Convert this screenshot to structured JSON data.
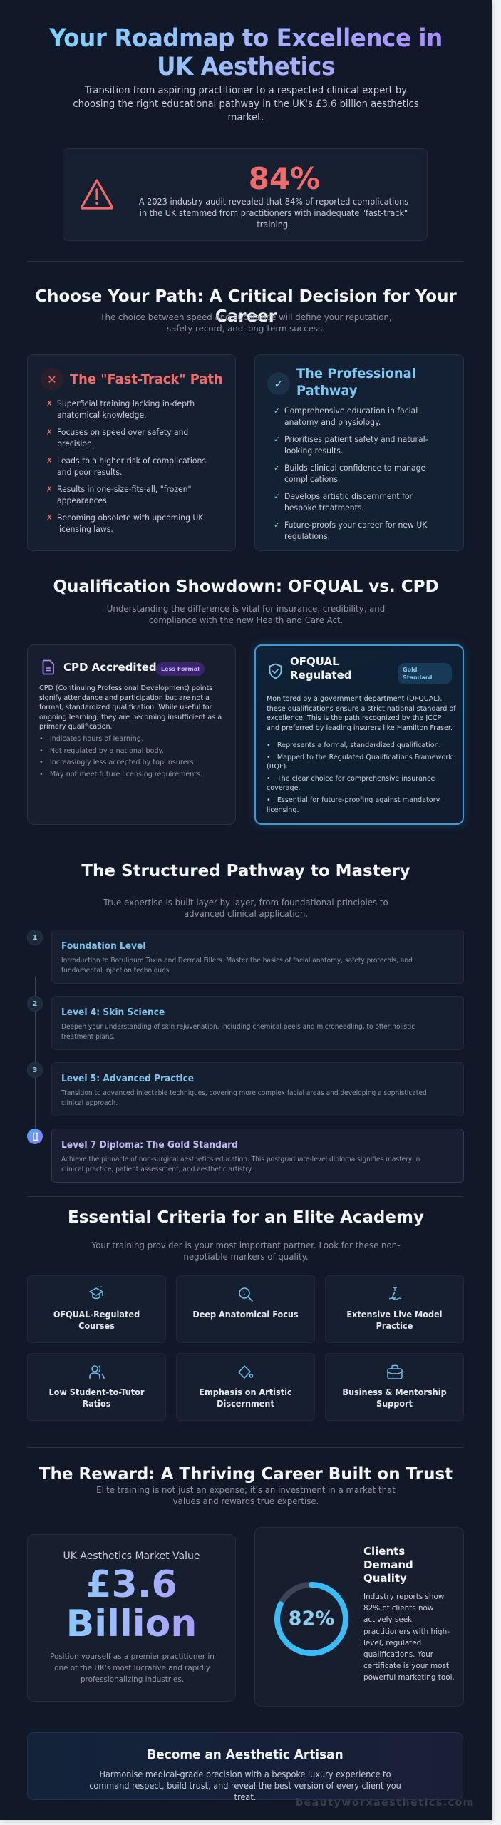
{
  "hero": {
    "title": "Your Roadmap to Excellence in UK Aesthetics",
    "subtitle": "Transition from aspiring practitioner to a respected clinical expert by choosing the right educational pathway in the UK's £3.6 billion aesthetics market.",
    "alert": {
      "icon": "warning-triangle-icon",
      "stat": "84%",
      "text": "A 2023 industry audit revealed that 84% of reported complications in the UK stemmed from practitioners with inadequate \"fast-track\" training."
    }
  },
  "paths": {
    "title": "Choose Your Path: A Critical Decision for Your Career",
    "subtitle": "The choice between speed and substance will define your reputation, safety record, and long-term success.",
    "fast_track": {
      "icon": "x-icon",
      "title": "The \"Fast-Track\" Path",
      "marker": "✗",
      "items": [
        "Superficial training lacking in-depth anatomical knowledge.",
        "Focuses on speed over safety and precision.",
        "Leads to a higher risk of complications and poor results.",
        "Results in one-size-fits-all, \"frozen\" appearances.",
        "Becoming obsolete with upcoming UK licensing laws."
      ]
    },
    "professional": {
      "icon": "check-icon",
      "title": "The Professional Pathway",
      "marker": "✓",
      "items": [
        "Comprehensive education in facial anatomy and physiology.",
        "Prioritises patient safety and natural-looking results.",
        "Builds clinical confidence to manage complications.",
        "Develops artistic discernment for bespoke treatments.",
        "Future-proofs your career for new UK regulations."
      ]
    }
  },
  "qualifications": {
    "title": "Qualification Showdown: OFQUAL vs. CPD",
    "subtitle": "Understanding the difference is vital for insurance, credibility, and compliance with the new Health and Care Act.",
    "cpd": {
      "icon": "document-icon",
      "title": "CPD Accredited",
      "badge": "Less Formal",
      "description": "CPD (Continuing Professional Development) points signify attendance and participation but are not a formal, standardized qualification. While useful for ongoing learning, they are becoming insufficient as a primary qualification.",
      "items": [
        "Indicates hours of learning.",
        "Not regulated by a national body.",
        "Increasingly less accepted by top insurers.",
        "May not meet future licensing requirements."
      ]
    },
    "ofqual": {
      "icon": "shield-check-icon",
      "title": "OFQUAL Regulated",
      "badge": "Gold Standard",
      "description": "Monitored by a government department (OFQUAL), these qualifications ensure a strict national standard of excellence. This is the path recognized by the JCCP and preferred by leading insurers like Hamilton Fraser.",
      "items": [
        "Represents a formal, standardized qualification.",
        "Mapped to the Regulated Qualifications Framework (RQF).",
        "The clear choice for comprehensive insurance coverage.",
        "Essential for future-proofing against mandatory licensing."
      ]
    }
  },
  "pathway": {
    "title": "The Structured Pathway to Mastery",
    "subtitle": "True expertise is built layer by layer, from foundational principles to advanced clinical application.",
    "steps": [
      {
        "node": "1",
        "title": "Foundation Level",
        "description": "Introduction to Botulinum Toxin and Dermal Fillers. Master the basics of facial anatomy, safety protocols, and fundamental injection techniques."
      },
      {
        "node": "2",
        "title": "Level 4: Skin Science",
        "description": "Deepen your understanding of skin rejuvenation, including chemical peels and microneedling, to offer holistic treatment plans."
      },
      {
        "node": "3",
        "title": "Level 5: Advanced Practice",
        "description": "Transition to advanced injectable techniques, covering more complex facial areas and developing a sophisticated clinical approach."
      },
      {
        "node": "diploma-icon",
        "title": "Level 7 Diploma: The Gold Standard",
        "description": "Achieve the pinnacle of non-surgical aesthetics education. This postgraduate-level diploma signifies mastery in clinical practice, patient assessment, and aesthetic artistry."
      }
    ]
  },
  "criteria": {
    "title": "Essential Criteria for an Elite Academy",
    "subtitle": "Your training provider is your most important partner. Look for these non-negotiable markers of quality.",
    "items": [
      {
        "icon": "graduation-cap-icon",
        "label": "OFQUAL-Regulated Courses"
      },
      {
        "icon": "magnifier-icon",
        "label": "Deep Anatomical Focus"
      },
      {
        "icon": "syringe-icon",
        "label": "Extensive Live Model Practice"
      },
      {
        "icon": "users-icon",
        "label": "Low Student-to-Tutor Ratios"
      },
      {
        "icon": "paint-bucket-icon",
        "label": "Emphasis on Artistic Discernment"
      },
      {
        "icon": "briefcase-icon",
        "label": "Business & Mentorship Support"
      }
    ]
  },
  "reward": {
    "title": "The Reward: A Thriving Career Built on Trust",
    "subtitle": "Elite training is not just an expense; it's an investment in a market that values and rewards true expertise.",
    "market": {
      "label": "UK Aesthetics Market Value",
      "value_line1": "£3.6",
      "value_line2": "Billion",
      "description": "Position yourself as a premier practitioner in one of the UK's most lucrative and rapidly professionalizing industries."
    },
    "demand": {
      "percent": 82,
      "percent_label": "82%",
      "title": "Clients Demand Quality",
      "description": "Industry reports show 82% of clients now actively seek practitioners with high-level, regulated qualifications. Your certificate is your most powerful marketing tool."
    }
  },
  "cta": {
    "title": "Become an Aesthetic Artisan",
    "text": "Harmonise medical-grade precision with a bespoke luxury experience to command respect, build trust, and reveal the best version of every client you treat."
  },
  "footer": {
    "watermark": "beautyworxaesthetics.com"
  },
  "colors": {
    "background": "#111827",
    "danger": "#f16b6b",
    "accent_blue": "#7dd3fc",
    "accent_purple": "#a78bfa",
    "ring": "#38bdf8"
  }
}
